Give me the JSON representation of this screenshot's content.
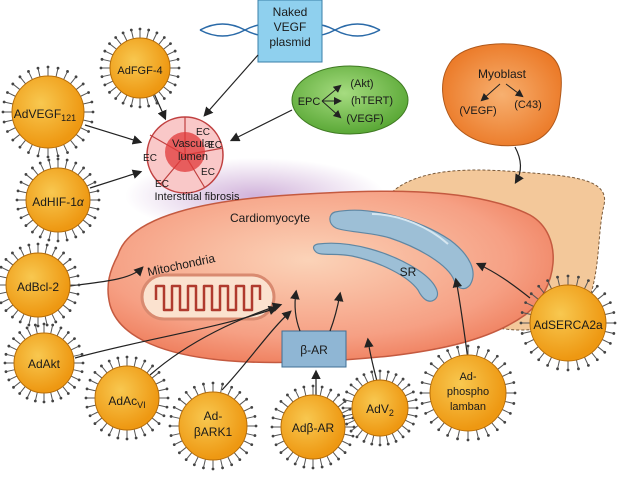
{
  "plasmid": {
    "line1": "Naked",
    "line2": "VEGF",
    "line3": "plasmid"
  },
  "epc": {
    "label": "EPC",
    "akt": "(Akt)",
    "htert": "(hTERT)",
    "vegf": "(VEGF)"
  },
  "myoblast": {
    "label": "Myoblast",
    "vegf": "(VEGF)",
    "c43": "(C43)"
  },
  "vessel": {
    "lumen1": "Vascular",
    "lumen2": "lumen",
    "ec": "EC"
  },
  "labels": {
    "fibrosis": "Interstitial fibrosis",
    "cardiomyocyte": "Cardiomyocyte",
    "mitochondria": "Mitochondria",
    "sr": "SR",
    "beta_ar": "β-AR"
  },
  "vectors": {
    "adfgf4": "AdFGF-4",
    "advegf_main": "AdVEGF",
    "advegf_sub": "121",
    "adhif_main": "AdHIF-1",
    "adhif_sub": "α",
    "adbcl2": "AdBcl-2",
    "adakt": "AdAkt",
    "adac_main": "AdAc",
    "adac_sub": "VI",
    "adbark_1": "Ad-",
    "adbark_2": "βARK1",
    "adbetaar": "Adβ-AR",
    "adv2_main": "AdV",
    "adv2_sub": "2",
    "adpln_1": "Ad-",
    "adpln_2": "phospho",
    "adpln_3": "lamban",
    "adserca": "AdSERCA2a"
  },
  "colors": {
    "virus_fill": "#f2a21b",
    "virus_core": "#f8c850",
    "cell_fill": "#f48a6a",
    "cell_light": "#fbd3b8",
    "epc_fill": "#72c04a",
    "myoblast_fill": "#f08a30",
    "fibrosis": "#c9a5d4",
    "plasmid_box": "#8fd0ee",
    "sr_fill": "#9dbfd6",
    "mito_stroke": "#b03a2e"
  }
}
